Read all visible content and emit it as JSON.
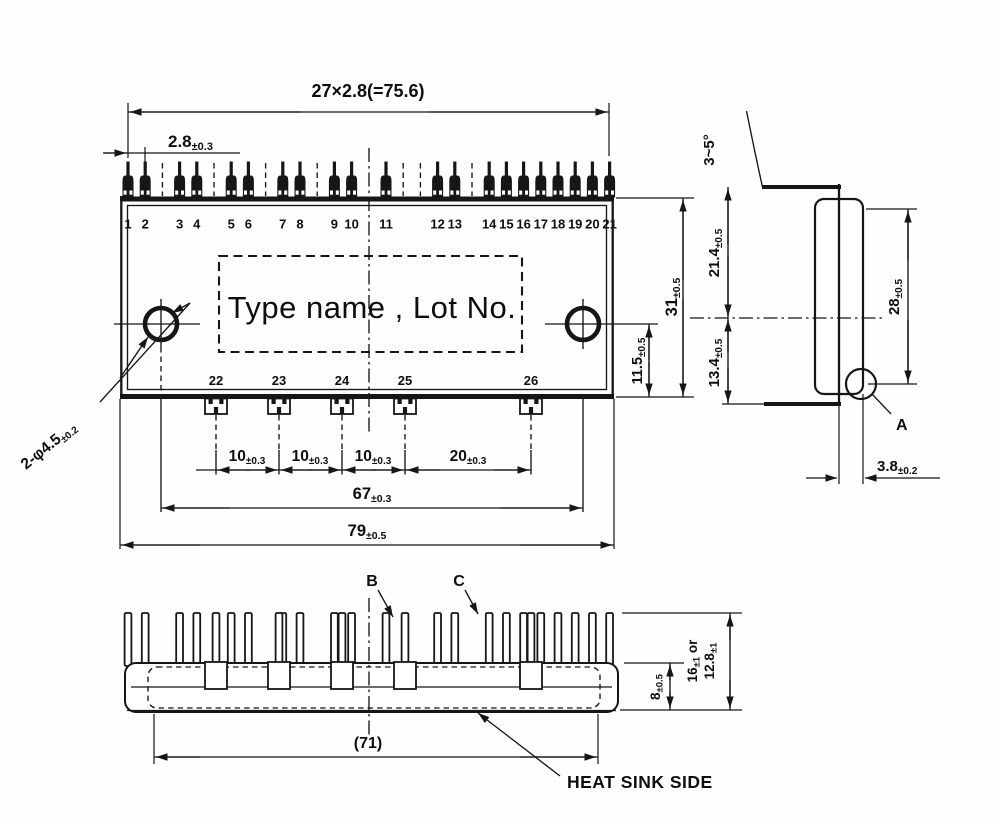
{
  "drawing": {
    "top_view": {
      "pitch_dim": {
        "v": "27×2.8(=75.6)"
      },
      "pin_pitch": {
        "v": "2.8",
        "t": "±0.3"
      },
      "pins_top": [
        "1",
        "2",
        "3",
        "4",
        "5",
        "6",
        "7",
        "8",
        "9",
        "10",
        "11",
        "12",
        "13",
        "14",
        "15",
        "16",
        "17",
        "18",
        "19",
        "20",
        "21"
      ],
      "pins_bottom": [
        "22",
        "23",
        "24",
        "25",
        "26"
      ],
      "marking_text": "Type name , Lot No.",
      "hole_dim": {
        "v": "2-φ4.5",
        "t": "±0.2"
      },
      "body_height": {
        "v": "31",
        "t": "±0.5"
      },
      "hole_to_bottom": {
        "v": "11.5",
        "t": "±0.5"
      },
      "pin_span_dims": [
        {
          "v": "10",
          "t": "±0.3"
        },
        {
          "v": "10",
          "t": "±0.3"
        },
        {
          "v": "10",
          "t": "±0.3"
        },
        {
          "v": "20",
          "t": "±0.3"
        }
      ],
      "hole_span": {
        "v": "67",
        "t": "±0.3"
      },
      "body_width": {
        "v": "79",
        "t": "±0.5"
      }
    },
    "side_view": {
      "lead_angle": "3~5°",
      "upper_half": {
        "v": "21.4",
        "t": "±0.5"
      },
      "lower_half": {
        "v": "13.4",
        "t": "±0.5"
      },
      "substrate_height": {
        "v": "28",
        "t": "±0.5"
      },
      "lead_offset": {
        "v": "3.8",
        "t": "±0.2"
      },
      "detail_a": "A"
    },
    "front_view": {
      "detail_b": "B",
      "detail_c": "C",
      "heatsink_width": "(71)",
      "body_thickness": {
        "v": "8",
        "t": "±0.5"
      },
      "total_height": {
        "v": "16",
        "t": "±1",
        "s": " or"
      },
      "total_height_alt": {
        "v": "12.8",
        "t": "±1"
      },
      "heatsink_label": "HEAT SINK SIDE"
    }
  }
}
